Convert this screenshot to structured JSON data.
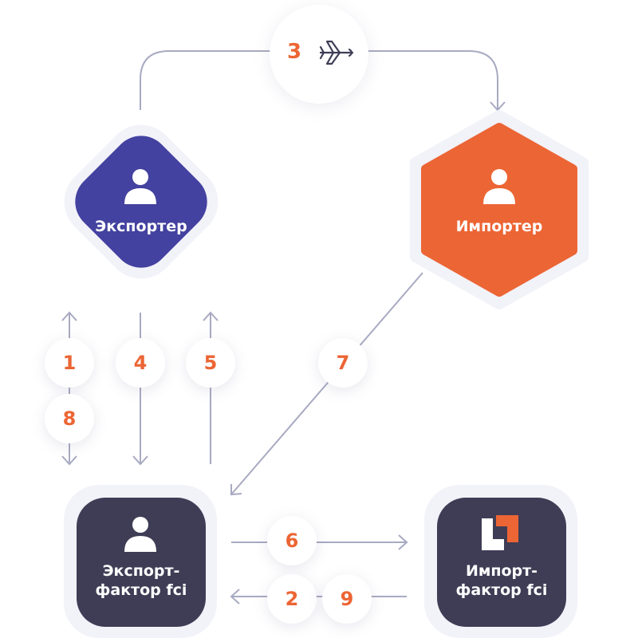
{
  "nodes": {
    "exporter": {
      "label": "Экспортер",
      "color": "#4342a0"
    },
    "importer": {
      "label": "Импортер",
      "color": "#ec6534"
    },
    "export_factor": {
      "label_line1": "Экспорт-",
      "label_line2": "фактор fci",
      "color": "#3f3d55"
    },
    "import_factor": {
      "label_line1": "Импорт-",
      "label_line2": "фактор fci",
      "color": "#3f3d55"
    }
  },
  "steps": {
    "s1": "1",
    "s2": "2",
    "s3": "3",
    "s4": "4",
    "s5": "5",
    "s6": "6",
    "s7": "7",
    "s8": "8",
    "s9": "9"
  },
  "colors": {
    "accent": "#ec6534",
    "arrow": "#a8aac2",
    "halo": "#f2f2f9"
  },
  "icons": [
    "user-icon",
    "airplane-icon",
    "fci-logo-icon"
  ]
}
